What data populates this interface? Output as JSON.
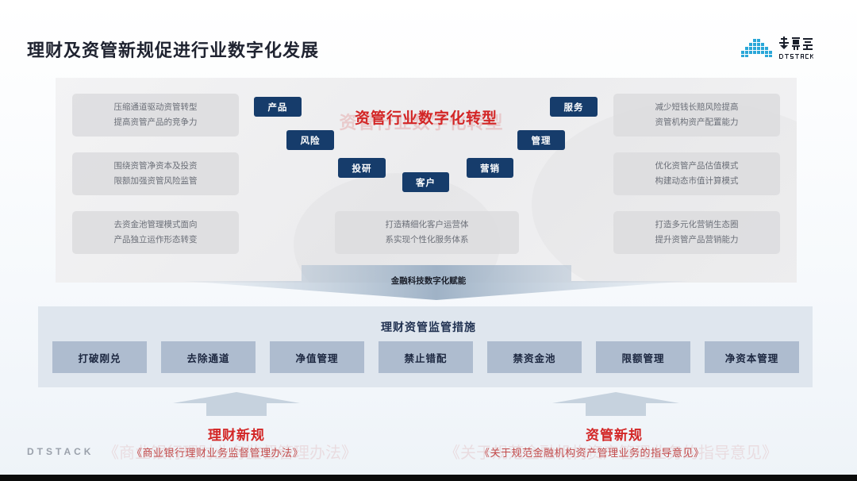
{
  "header": {
    "title": "理财及资管新规促进行业数字化发展",
    "logo_text": "袋鼠云",
    "logo_sub": "DTSTACK",
    "brand_color": "#2aa7d8"
  },
  "transformation": {
    "title": "资管行业数字化转型",
    "nodes": [
      "产品",
      "服务",
      "风险",
      "管理",
      "投研",
      "营销",
      "客户"
    ],
    "left_boxes": [
      "压缩通道驱动资管转型\n提高资管产品的竞争力",
      "围绕资管净资本及投资\n限额加强资管风险监管",
      "去资金池管理模式面向\n产品独立运作形态转变"
    ],
    "right_boxes": [
      "减少短钱长赔风险提高\n资管机构资产配置能力",
      "优化资管产品估值模式\n构建动态市值计算模式",
      "打造多元化营销生态圈\n提升资管产品营销能力"
    ],
    "center_box": "打造精细化客户运营体\n系实现个性化服务体系",
    "accent_color": "#d32626",
    "node_color": "#163c6b"
  },
  "fintech_label": "金融科技数字化赋能",
  "measures": {
    "title": "理财资管监管措施",
    "items": [
      "打破刚兑",
      "去除通道",
      "净值管理",
      "禁止错配",
      "禁资金池",
      "限额管理",
      "净资本管理"
    ]
  },
  "regulations": {
    "left_title": "理财新规",
    "left_doc": "《商业银行理财业务监督管理办法》",
    "right_title": "资管新规",
    "right_doc": "《关于规范金融机构资产管理业务的指导意见》"
  },
  "watermark": "DTSTACK"
}
